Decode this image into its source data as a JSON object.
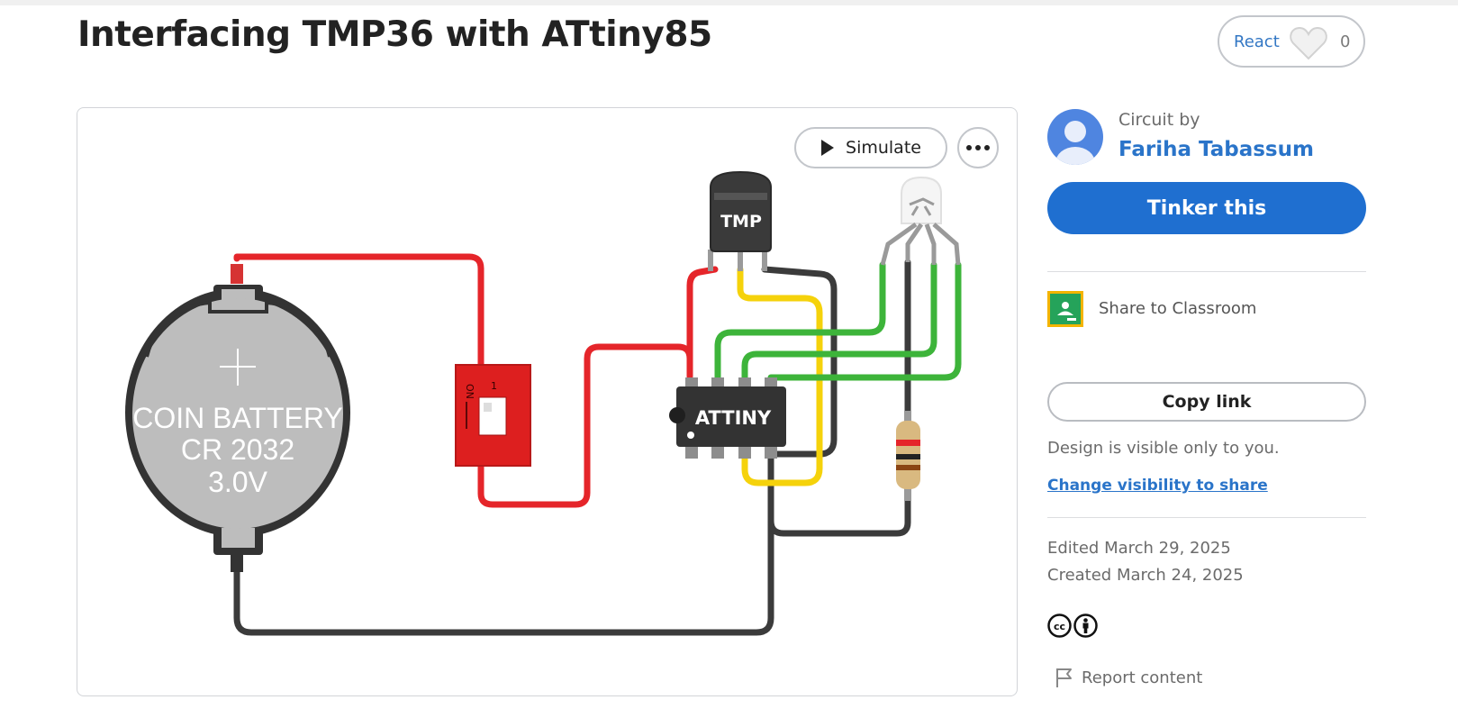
{
  "page": {
    "title": "Interfacing TMP36 with ATtiny85"
  },
  "react": {
    "label": "React",
    "count": "0",
    "icon": "heart-icon"
  },
  "canvas": {
    "simulate_label": "Simulate",
    "more_icon": "ellipsis-icon",
    "components": {
      "battery_line1": "COIN BATTERY",
      "battery_line2": "CR 2032",
      "battery_line3": "3.0V",
      "switch_on": "ON",
      "switch_num": "1",
      "sensor": "TMP",
      "mcu": "ATTINY"
    },
    "wire_colors": {
      "red": "#e5252a",
      "black": "#3b3b3b",
      "yellow": "#f5d20b",
      "green": "#3db43a"
    }
  },
  "sidebar": {
    "circuit_by": "Circuit by",
    "author": "Fariha Tabassum",
    "tinker_label": "Tinker this",
    "classroom_label": "Share to Classroom",
    "copy_link_label": "Copy link",
    "visibility_note": "Design is visible only to you.",
    "change_visibility": "Change visibility to share",
    "edited": "Edited March 29, 2025",
    "created": "Created March 24, 2025",
    "report_label": "Report content",
    "accent_color": "#1f6fd0"
  }
}
